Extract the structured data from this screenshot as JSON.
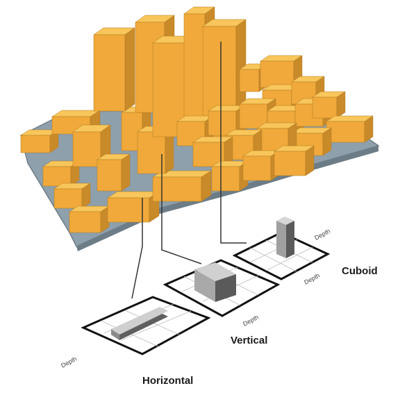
{
  "diagram": {
    "panels": [
      {
        "id": "horizontal",
        "name": "Horizontal",
        "axis_label": "Depth"
      },
      {
        "id": "vertical",
        "name": "Vertical",
        "axis_label": "Depth"
      },
      {
        "id": "cuboid",
        "name": "Cuboid",
        "axis_labels": [
          "Depth",
          "Depth"
        ]
      }
    ],
    "colors": {
      "building_top": "#f8c65a",
      "building_front": "#f0a93a",
      "building_side": "#c98a2a",
      "ground": "#8ea0ac",
      "ground_edge": "#6d7d88",
      "shape_light": "#c8c8c8",
      "shape_dark": "#6e6e6e"
    }
  }
}
